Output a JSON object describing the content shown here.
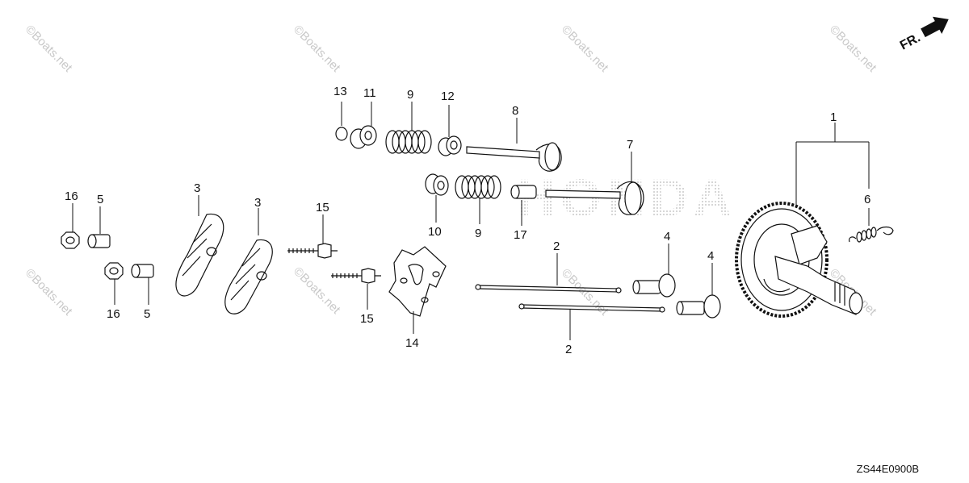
{
  "watermark_text": "©Boats.net",
  "brand_text": "HONDA",
  "direction_label": "FR.",
  "diagram_code": "ZS44E0900B",
  "callouts": {
    "c1": "1",
    "c2a": "2",
    "c2b": "2",
    "c3a": "3",
    "c3b": "3",
    "c4a": "4",
    "c4b": "4",
    "c5a": "5",
    "c5b": "5",
    "c6": "6",
    "c7": "7",
    "c8": "8",
    "c9a": "9",
    "c9b": "9",
    "c10": "10",
    "c11": "11",
    "c12": "12",
    "c13": "13",
    "c14": "14",
    "c15a": "15",
    "c15b": "15",
    "c16a": "16",
    "c16b": "16",
    "c17": "17"
  },
  "colors": {
    "line": "#111111",
    "watermark": "#c9c9c9",
    "brand_dots": "#bdbdbd"
  }
}
